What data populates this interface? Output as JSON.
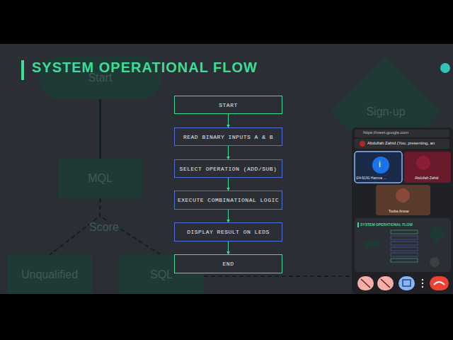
{
  "diagram": {
    "title": "SYSTEM OPERATIONAL FLOW",
    "nodes": [
      {
        "text": [
          "START"
        ]
      },
      {
        "text": [
          "READ BINARY INPUTS A & B"
        ]
      },
      {
        "text": [
          "SELECT OPERATION (ADD/SUB)"
        ]
      },
      {
        "text": [
          "EXECUTE COMBINATIONAL LOGIC"
        ]
      },
      {
        "text": [
          "DISPLAY RESULT ON LEDS"
        ]
      },
      {
        "text": [
          "END"
        ]
      },
      {
        "text": [
          "Start"
        ]
      },
      {
        "text": [
          "MQL"
        ]
      },
      {
        "text": [
          "Unqualified"
        ]
      },
      {
        "text": [
          "SQL"
        ]
      },
      {
        "text": [
          "Sign-up"
        ]
      }
    ],
    "edges": [
      {
        "from": 0,
        "to": 1,
        "arrow": "to"
      },
      {
        "from": 1,
        "to": 2,
        "arrow": "to"
      },
      {
        "from": 2,
        "to": 3,
        "arrow": "to"
      },
      {
        "from": 3,
        "to": 4,
        "arrow": "to"
      },
      {
        "from": 4,
        "to": 5,
        "arrow": "to"
      },
      {
        "from": 6,
        "to": 7,
        "arrow": "none"
      },
      {
        "from": 7,
        "to": 8,
        "arrow": "none"
      },
      {
        "from": 7,
        "to": 9,
        "arrow": "none"
      }
    ],
    "labels": [
      "Score",
      "https://meet.google.com",
      "Abdullah Zahid (You, presenting, an",
      "i",
      "i24-6191 Hamna ...",
      "Abdullah Zahid",
      "Tooba Anwar",
      "SYSTEM OPERATIONAL FLOW"
    ]
  }
}
